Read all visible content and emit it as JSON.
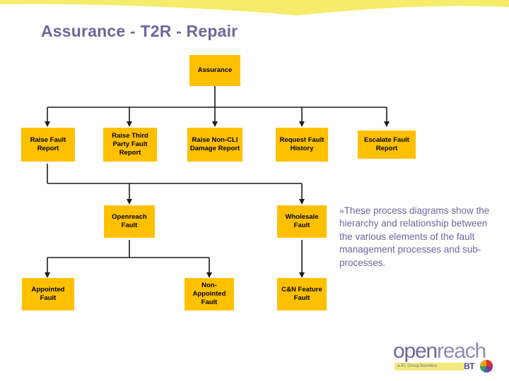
{
  "slide": {
    "title": "Assurance - T2R - Repair",
    "banner_color": "#f4ec6a",
    "title_color": "#6d679b",
    "node_fill": "#FFC000",
    "node_text_color": "#000000",
    "connector_color": "#1a1a1a"
  },
  "diagram": {
    "type": "hierarchy-flowchart",
    "nodes": [
      {
        "id": "assurance",
        "label": "Assurance",
        "level": 0
      },
      {
        "id": "raise-fault",
        "label": "Raise Fault Report",
        "level": 1
      },
      {
        "id": "raise-third",
        "label": "Raise Third Party Fault Report",
        "level": 1
      },
      {
        "id": "raise-noncli",
        "label": "Raise Non-CLI Damage Report",
        "level": 1
      },
      {
        "id": "request-hist",
        "label": "Request Fault History",
        "level": 1
      },
      {
        "id": "escalate",
        "label": "Escalate Fault Report",
        "level": 1
      },
      {
        "id": "openreach",
        "label": "Openreach Fault",
        "level": 2
      },
      {
        "id": "wholesale",
        "label": "Wholesale Fault",
        "level": 2
      },
      {
        "id": "appointed",
        "label": "Appointed Fault",
        "level": 3
      },
      {
        "id": "non-appointed",
        "label": "Non-Appointed Fault",
        "level": 3
      },
      {
        "id": "cn-feature",
        "label": "C&N Feature Fault",
        "level": 3
      }
    ],
    "edges": [
      {
        "from": "assurance",
        "to": "raise-fault"
      },
      {
        "from": "assurance",
        "to": "raise-third"
      },
      {
        "from": "assurance",
        "to": "raise-noncli"
      },
      {
        "from": "assurance",
        "to": "request-hist"
      },
      {
        "from": "assurance",
        "to": "escalate"
      },
      {
        "from": "raise-fault",
        "to": "openreach"
      },
      {
        "from": "raise-fault",
        "to": "wholesale"
      },
      {
        "from": "openreach",
        "to": "appointed"
      },
      {
        "from": "openreach",
        "to": "non-appointed"
      },
      {
        "from": "wholesale",
        "to": "cn-feature"
      }
    ]
  },
  "note": {
    "bullet": "»",
    "text": "These process diagrams show the hierarchy and relationship between the various elements of the fault management processes and sub-processes."
  },
  "logo": {
    "word_open": "open",
    "word_reach": "reach",
    "tagline": "a BT Group business",
    "bt_text": "BT"
  }
}
